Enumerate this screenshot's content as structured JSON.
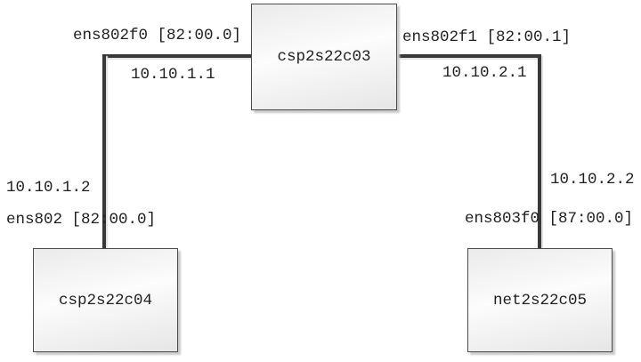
{
  "topology": {
    "nodes": [
      "csp2s22c03",
      "csp2s22c04",
      "net2s22c05"
    ],
    "links": [
      {
        "from": "csp2s22c03",
        "to": "csp2s22c04",
        "from_iface": "ens802f0 [82:00.0]",
        "from_ip": "10.10.1.1",
        "to_ip": "10.10.1.2",
        "to_iface": "ens802 [82:00.0]"
      },
      {
        "from": "csp2s22c03",
        "to": "net2s22c05",
        "from_iface": "ens802f1 [82:00.1]",
        "from_ip": "10.10.2.1",
        "to_ip": "10.10.2.2",
        "to_iface": "ens803f0 [87:00.0]"
      }
    ],
    "colors": {
      "background": "#ffffff",
      "link": "#383838",
      "node_border": "#4a4a4a",
      "node_fill": "#f3f3f3",
      "text": "#1f1f1f"
    }
  }
}
